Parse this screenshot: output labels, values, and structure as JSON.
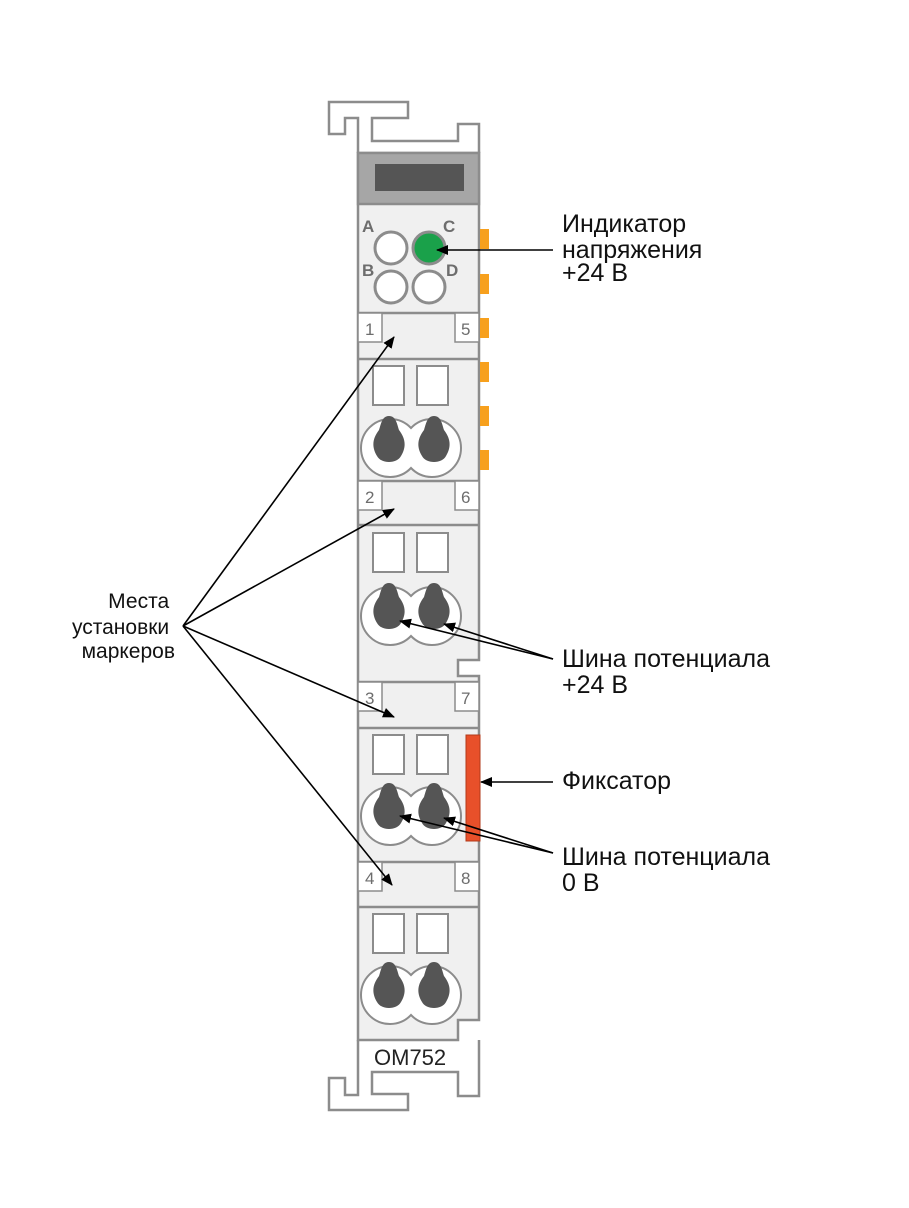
{
  "module": {
    "model": "OM752",
    "leds": [
      {
        "letter": "A",
        "lit": false
      },
      {
        "letter": "C",
        "lit": true
      },
      {
        "letter": "B",
        "lit": false
      },
      {
        "letter": "D",
        "lit": false
      }
    ],
    "terminals": [
      {
        "left": "1",
        "right": "5"
      },
      {
        "left": "2",
        "right": "6"
      },
      {
        "left": "3",
        "right": "7"
      },
      {
        "left": "4",
        "right": "8"
      }
    ],
    "colors": {
      "body": "#f0f0f0",
      "outline": "#8c8c8c",
      "header": "#a6a6a6",
      "window": "#555555",
      "led_on": "#1aa14a",
      "contact": "#f7a01d",
      "latch": "#e8502a",
      "screw": "#555555"
    }
  },
  "callouts": {
    "indicator": [
      "Индикатор",
      "напряжения",
      "+24 В"
    ],
    "markers": [
      "Места",
      "установки",
      "маркеров"
    ],
    "bus24": [
      "Шина потенциала",
      "+24 В"
    ],
    "latch": [
      "Фиксатор"
    ],
    "bus0": [
      "Шина потенциала",
      "0 В"
    ]
  }
}
